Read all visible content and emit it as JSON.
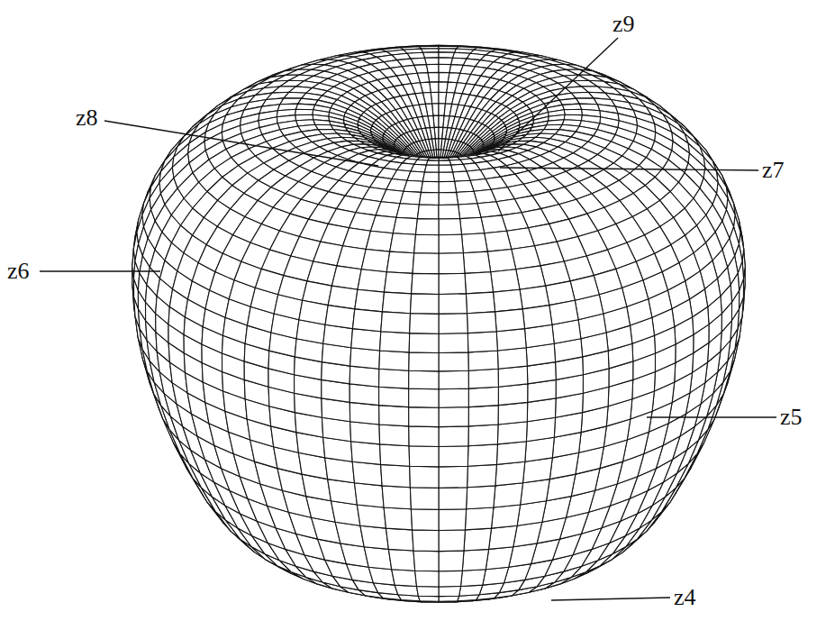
{
  "diagram": {
    "labels": [
      "z9",
      "z8",
      "z7",
      "z6",
      "z5",
      "z4"
    ]
  }
}
